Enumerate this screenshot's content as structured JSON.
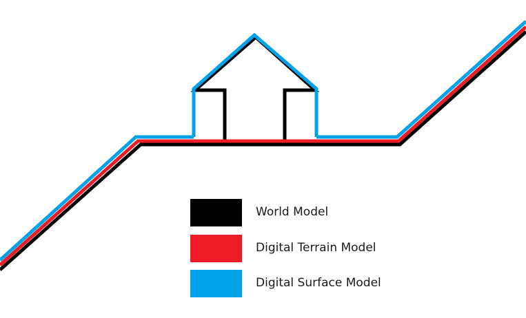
{
  "legend": {
    "items": [
      {
        "key": "world",
        "label": "World Model",
        "color": "#000000"
      },
      {
        "key": "terrain",
        "label": "Digital Terrain Model",
        "color": "#ED1C24"
      },
      {
        "key": "surface",
        "label": "Digital Surface Model",
        "color": "#00A2E8"
      }
    ]
  }
}
